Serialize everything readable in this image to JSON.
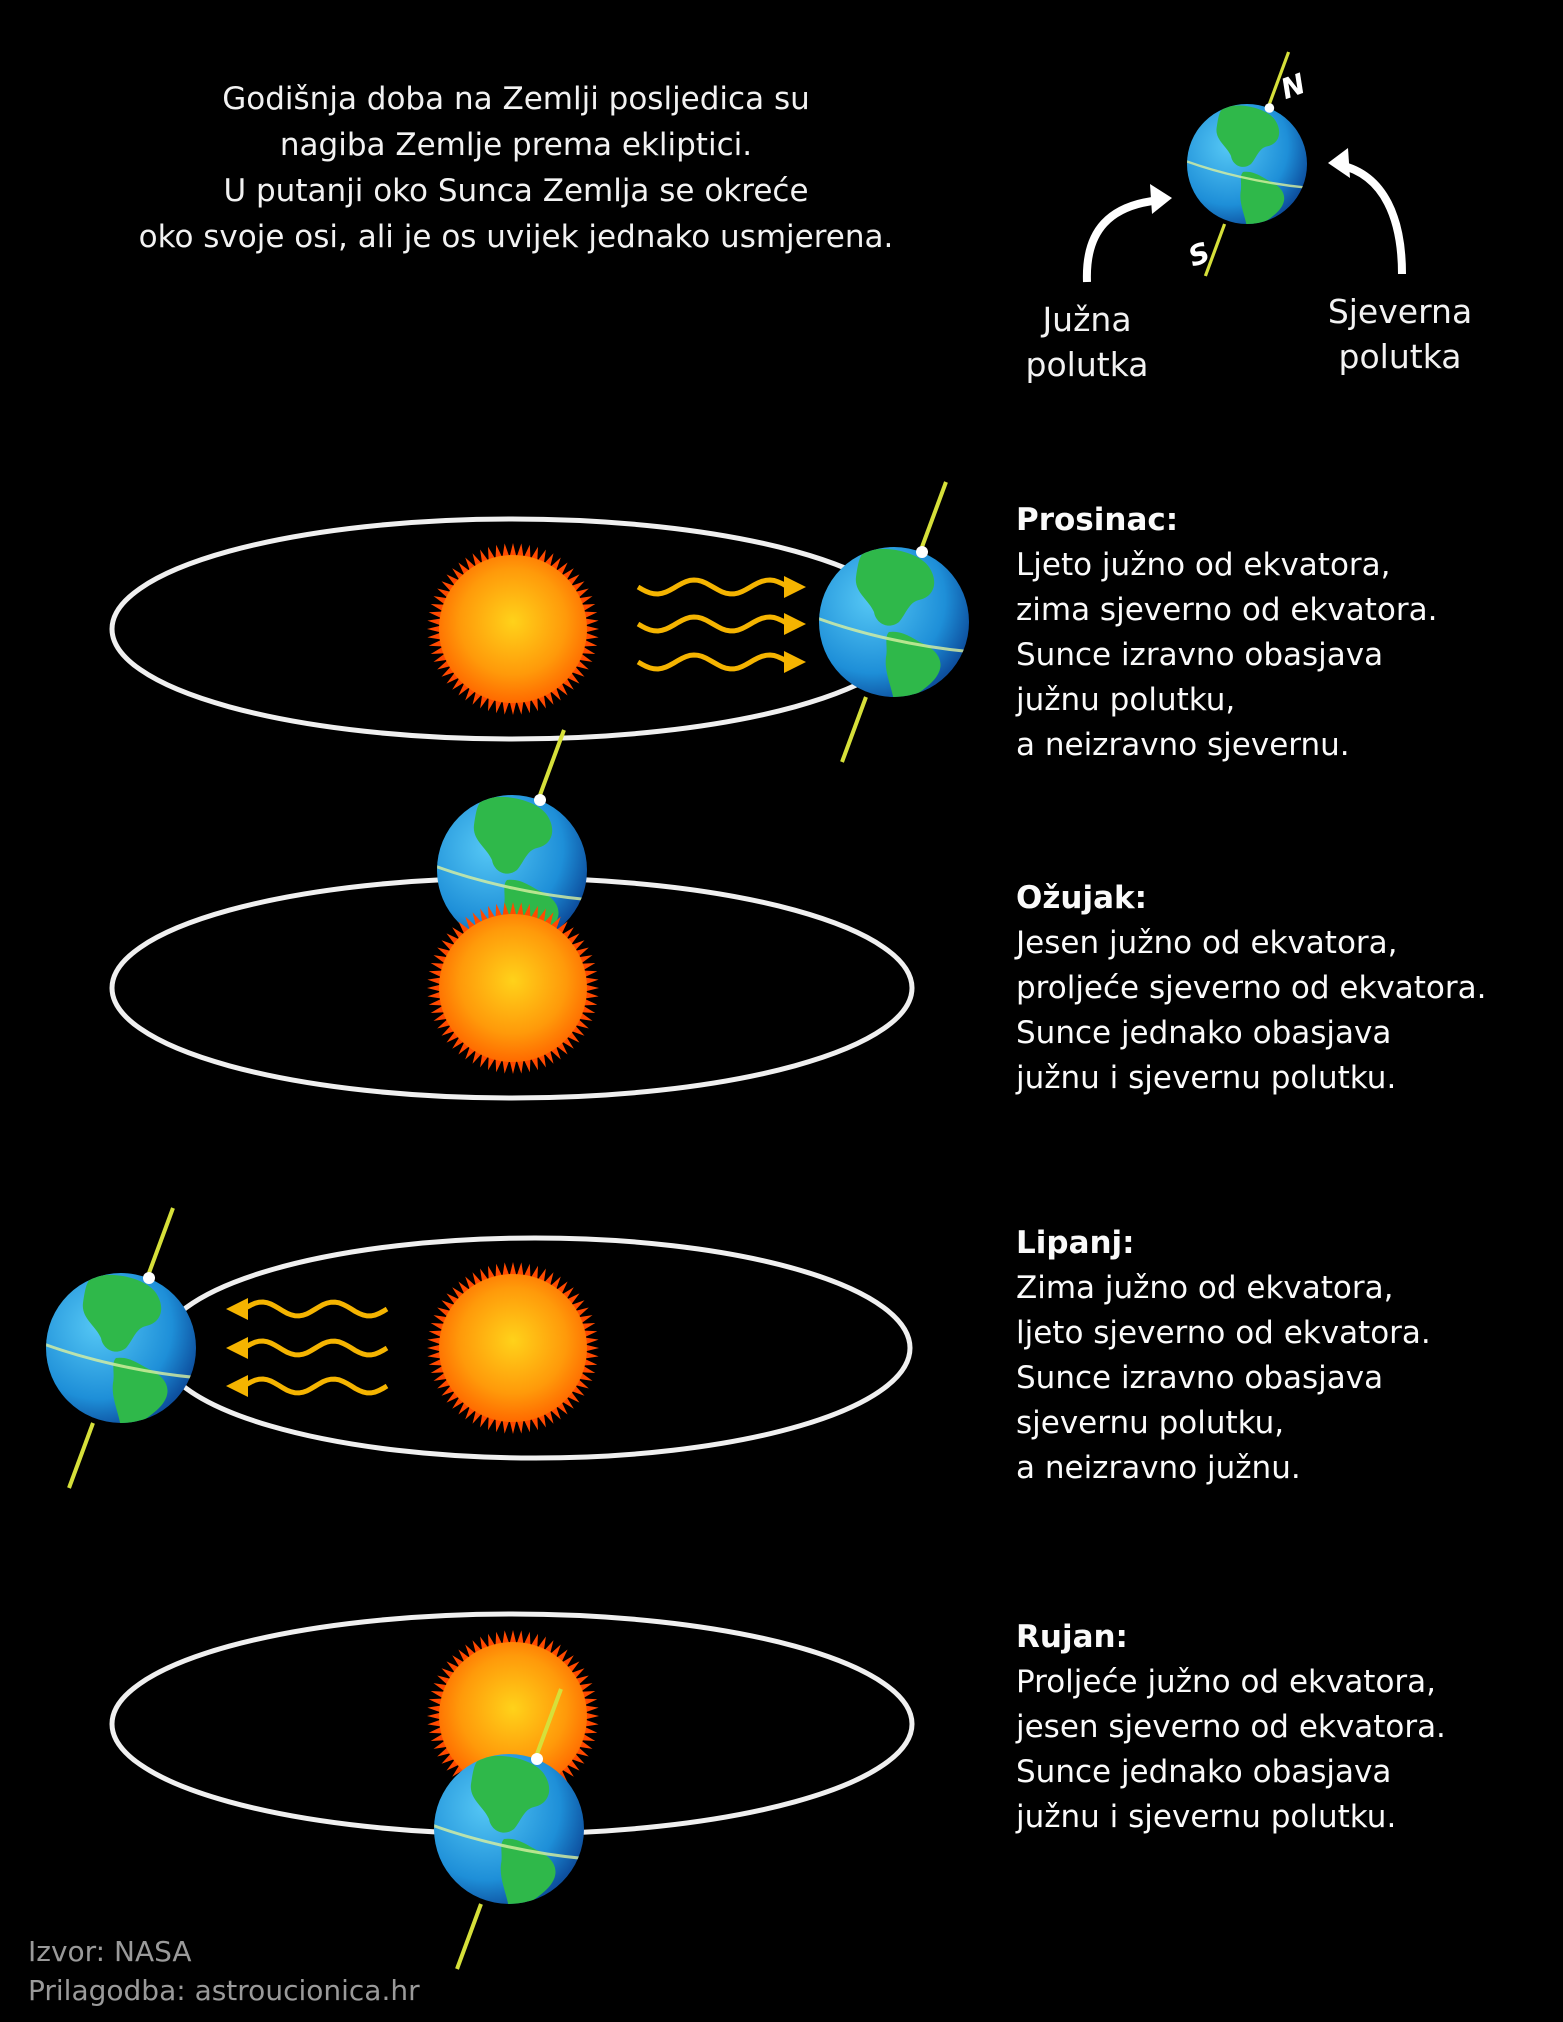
{
  "intro": {
    "lines": [
      "Godišnja doba na Zemlji posljedica su",
      "nagiba Zemlje prema ekliptici.",
      "U putanji oko Sunca Zemlja se okreće",
      "oko svoje osi, ali je os uvijek jednako usmjerena."
    ]
  },
  "legend": {
    "north_label": "N",
    "south_label": "S",
    "southern": [
      "Južna",
      "polutka"
    ],
    "northern": [
      "Sjeverna",
      "polutka"
    ]
  },
  "seasons": [
    {
      "title": "Prosinac:",
      "lines": [
        "Ljeto južno od ekvatora,",
        "zima sjeverno od ekvatora.",
        "Sunce izravno obasjava",
        "južnu polutku,",
        "a neizravno sjevernu."
      ]
    },
    {
      "title": "Ožujak:",
      "lines": [
        "Jesen južno od ekvatora,",
        "proljeće sjeverno od ekvatora.",
        "Sunce jednako obasjava",
        "južnu i sjevernu polutku."
      ]
    },
    {
      "title": "Lipanj:",
      "lines": [
        "Zima južno od ekvatora,",
        "ljeto sjeverno od ekvatora.",
        "Sunce izravno obasjava",
        "sjevernu polutku,",
        "a neizravno južnu."
      ]
    },
    {
      "title": "Rujan:",
      "lines": [
        "Proljeće južno od ekvatora,",
        "jesen sjeverno od ekvatora.",
        "Sunce jednako obasjava",
        "južnu i sjevernu polutku."
      ]
    }
  ],
  "footer": {
    "source": "Izvor: NASA",
    "adaptation": "Prilagodba: astroucionica.hr"
  },
  "colors": {
    "background": "#000000",
    "orbit": "#f0f0f0",
    "sun_core": "#ffd21a",
    "sun_edge": "#ff6a00",
    "rays": "#f5b400",
    "ocean": "#1e8fd8",
    "land": "#2fb84a",
    "axis": "#d6e03a"
  }
}
